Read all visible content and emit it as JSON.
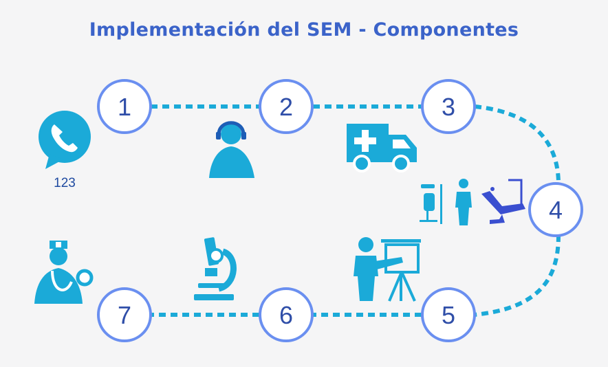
{
  "title": "Implementación del SEM - Componentes",
  "phone_label": "123",
  "steps": [
    {
      "number": "1",
      "icon": "phone-icon"
    },
    {
      "number": "2",
      "icon": "dispatcher-headset-icon"
    },
    {
      "number": "3",
      "icon": "ambulance-icon"
    },
    {
      "number": "4",
      "icon": "hospital-equipment-icon"
    },
    {
      "number": "5",
      "icon": "presentation-training-icon"
    },
    {
      "number": "6",
      "icon": "microscope-icon"
    },
    {
      "number": "7",
      "icon": "nurse-icon"
    }
  ],
  "colors": {
    "accent": "#1baad8",
    "circle_stroke": "#6a8ff0",
    "number": "#2f4ea8",
    "title": "#3b63c9",
    "dentist_blue": "#3a4fd0",
    "background": "#f5f5f6"
  }
}
